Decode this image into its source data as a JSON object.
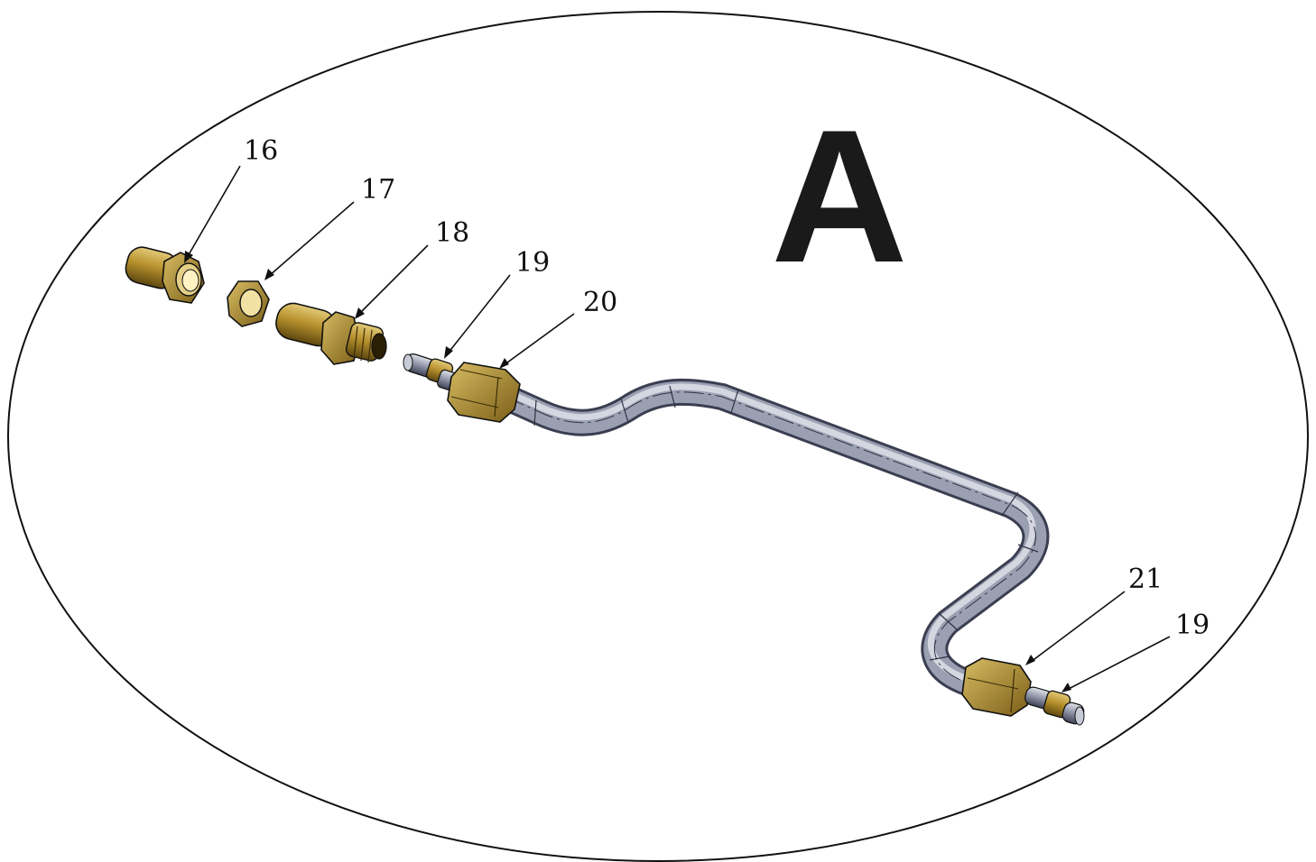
{
  "view": {
    "label": "A"
  },
  "callouts": [
    {
      "text": "16"
    },
    {
      "text": "17"
    },
    {
      "text": "18"
    },
    {
      "text": "19"
    },
    {
      "text": "20"
    },
    {
      "text": "21"
    },
    {
      "text": "19"
    }
  ],
  "colors": {
    "brass": "#b08a2a",
    "brass_dark": "#6b5212",
    "brass_light": "#d9bf6a",
    "pipe": "#8f94a8",
    "pipe_dark": "#4a4e60",
    "pipe_light": "#d2d5e0",
    "outline": "#111111"
  }
}
